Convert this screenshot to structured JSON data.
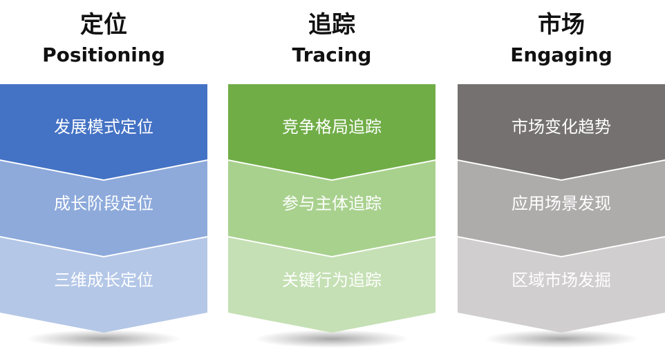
{
  "columns": [
    {
      "title_cn": "定位",
      "title_en": "Positioning",
      "colors": [
        "#4472c4",
        "#8eaadb",
        "#b4c7e7"
      ],
      "items": [
        "发展模式定位",
        "成长阶段定位",
        "三维成长定位"
      ]
    },
    {
      "title_cn": "追踪",
      "title_en": "Tracing",
      "colors": [
        "#70ad47",
        "#a9d18e",
        "#c5e0b4"
      ],
      "items": [
        "竞争格局追踪",
        "参与主体追踪",
        "关键行为追踪"
      ]
    },
    {
      "title_cn": "市场",
      "title_en": "Engaging",
      "colors": [
        "#767171",
        "#aeabab",
        "#d0cece"
      ],
      "items": [
        "市场变化趋势",
        "应用场景发现",
        "区域市场发掘"
      ]
    }
  ]
}
